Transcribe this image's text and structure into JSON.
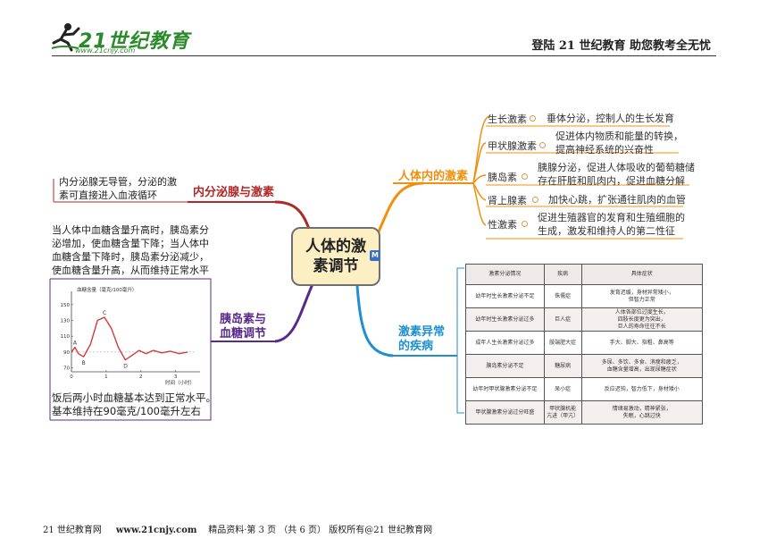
{
  "header": {
    "logo_text": "21世纪教育",
    "logo_url": "www.21cnjy.com",
    "slogan": "登陆 21 世纪教育    助您教考全无忧"
  },
  "central": {
    "title_line1": "人体的激",
    "title_line2": "素调节",
    "badge": "M"
  },
  "colors": {
    "orange": "#f0900e",
    "red": "#b02828",
    "purple": "#5a2a8a",
    "blue": "#1f8fd0"
  },
  "right_branch": {
    "title": "人体内的激素",
    "items": [
      {
        "label": "生长激素",
        "desc_lines": [
          "垂体分泌，控制人的生长发育"
        ]
      },
      {
        "label": "甲状腺激素",
        "desc_lines": [
          "促进体内物质和能量的转换，",
          "提高神经系统的兴奋性"
        ]
      },
      {
        "label": "胰岛素",
        "desc_lines": [
          "胰腺分泌，促进人体吸收的葡萄糖储",
          "存在肝脏和肌肉内，促进血糖分解"
        ]
      },
      {
        "label": "肾上腺素",
        "desc_lines": [
          "加快心跳，扩张通往肌肉的血管"
        ]
      },
      {
        "label": "性激素",
        "desc_lines": [
          "促进生殖器官的发育和生殖细胞的",
          "生成，激发和维持人的第二性征"
        ]
      }
    ]
  },
  "left_top_branch": {
    "title": "内分泌腺与激素",
    "note_lines": [
      "内分泌腺无导管，分泌的激",
      "素可直接进入血液循环"
    ]
  },
  "left_bottom_branch": {
    "title_line1": "胰岛素与",
    "title_line2": "血糖调节",
    "note_top_lines": [
      "当人体中血糖含量升高时，胰岛素分",
      "泌增加，使血糖含量下降；当人体中",
      "血糖含量下降时，胰岛素分泌减少，",
      "使血糖含量升高，从而维持正常水平"
    ],
    "note_bottom_lines": [
      "饭后两小时血糖基本达到正常水平。",
      "基本维持在90毫克/100毫升左右"
    ]
  },
  "right_bottom_branch": {
    "title_line1": "激素异常",
    "title_line2": "的疾病",
    "table": {
      "headers": [
        "激素分泌情况",
        "疾病",
        "具体症状"
      ],
      "rows": [
        [
          "幼年时生长激素分泌不足",
          "侏儒症",
          "发育迟缓，身材异常矮小，\n但智力正常"
        ],
        [
          "幼年时生长激素分泌过多",
          "巨人症",
          "人体各部位过度生长，\n四肢长度更为突出，\n巨人的寿命往往不长"
        ],
        [
          "成年人生长激素分泌过多",
          "肢端肥大症",
          "手大、脚大、指粗、鼻高等"
        ],
        [
          "胰岛素分泌不足",
          "糖尿病",
          "多尿、多饮、多食、消瘦和疲乏，\n血糖含量增高，出现尿糖症状"
        ],
        [
          "幼年时甲状腺激素分泌不足",
          "呆小症",
          "反应迟钝，智力低下，身材矮小"
        ],
        [
          "甲状腺激素分泌过分旺盛",
          "甲状腺机能\n亢进（甲亢）",
          "情绪易激动，精神紧张，\n失眠，心跳过快"
        ]
      ]
    }
  },
  "chart_data": {
    "type": "line",
    "title": "血糖含量（毫克/100毫升）",
    "xlabel": "时间（小时）",
    "ylabel": "血糖含量（毫克/100毫升）",
    "x_ticks": [
      "0",
      "1",
      "2",
      "3"
    ],
    "y_ticks": [
      "70",
      "90",
      "110",
      "130",
      "150"
    ],
    "xlim": [
      0,
      3.6
    ],
    "ylim": [
      65,
      160
    ],
    "grid": false,
    "reference_level": 90,
    "x": [
      0,
      0.1,
      0.2,
      0.35,
      0.55,
      0.75,
      0.95,
      1.15,
      1.35,
      1.55,
      1.75,
      1.95,
      2.15,
      2.35,
      2.6,
      2.85,
      3.1,
      3.35
    ],
    "values": [
      90,
      96,
      88,
      84,
      100,
      130,
      134,
      120,
      96,
      80,
      86,
      92,
      88,
      92,
      89,
      91,
      88,
      90
    ],
    "annotations": [
      {
        "label": "A",
        "x": 0.1,
        "y": 96
      },
      {
        "label": "B",
        "x": 0.35,
        "y": 84
      },
      {
        "label": "C",
        "x": 0.95,
        "y": 134
      },
      {
        "label": "D",
        "x": 1.55,
        "y": 80
      }
    ]
  },
  "footer": {
    "left": "21 世纪教育网",
    "url": "www.21cnjy.com",
    "right": "精品资料·第 3 页  （共 6 页）  版权所有@21 世纪教育网"
  }
}
